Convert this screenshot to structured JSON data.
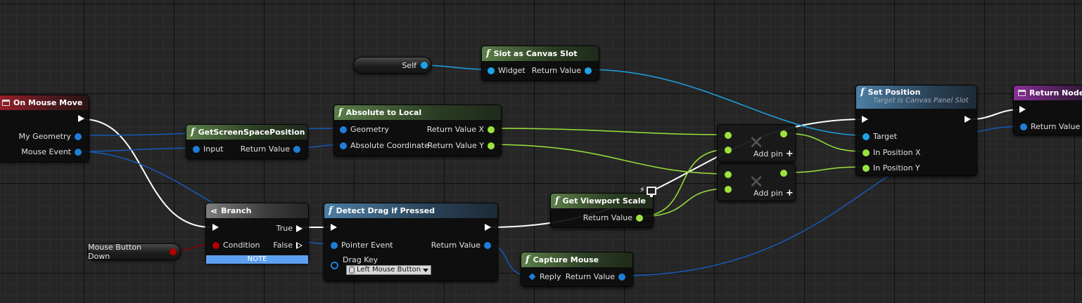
{
  "colors": {
    "exec": "#ffffff",
    "struct": "#1e7fd8",
    "float": "#9be33b",
    "bool": "#b00000",
    "object": "#1aa4e8"
  },
  "nodes": {
    "on_mouse_move": {
      "title": "On Mouse Move",
      "my_geometry": "My Geometry",
      "mouse_event": "Mouse Event"
    },
    "get_screen_space": {
      "title": "GetScreenSpacePosition",
      "input": "Input",
      "return_value": "Return Value"
    },
    "absolute_to_local": {
      "title": "Absolute to Local",
      "geometry": "Geometry",
      "absolute_coordinate": "Absolute Coordinate",
      "return_x": "Return Value X",
      "return_y": "Return Value Y"
    },
    "self_var": {
      "label": "Self"
    },
    "slot_as_canvas": {
      "title": "Slot as Canvas Slot",
      "widget": "Widget",
      "return_value": "Return Value"
    },
    "add_pin_1": {
      "label": "Add pin"
    },
    "add_pin_2": {
      "label": "Add pin"
    },
    "set_position": {
      "title": "Set Position",
      "subtitle": "Target is Canvas Panel Slot",
      "target": "Target",
      "in_x": "In Position X",
      "in_y": "In Position Y"
    },
    "return_node": {
      "title": "Return Node",
      "return_value": "Return Value"
    },
    "branch": {
      "title": "Branch",
      "condition": "Condition",
      "true_label": "True",
      "false_label": "False",
      "note": "NOTE"
    },
    "mouse_button_down": {
      "label": "Mouse Button Down"
    },
    "detect_drag": {
      "title": "Detect Drag if Pressed",
      "pointer_event": "Pointer Event",
      "return_value": "Return Value",
      "drag_key": "Drag Key",
      "drag_key_value": "Left Mouse Button"
    },
    "get_viewport_scale": {
      "title": "Get Viewport Scale",
      "return_value": "Return Value"
    },
    "capture_mouse": {
      "title": "Capture Mouse",
      "reply": "Reply",
      "return_value": "Return Value"
    }
  }
}
